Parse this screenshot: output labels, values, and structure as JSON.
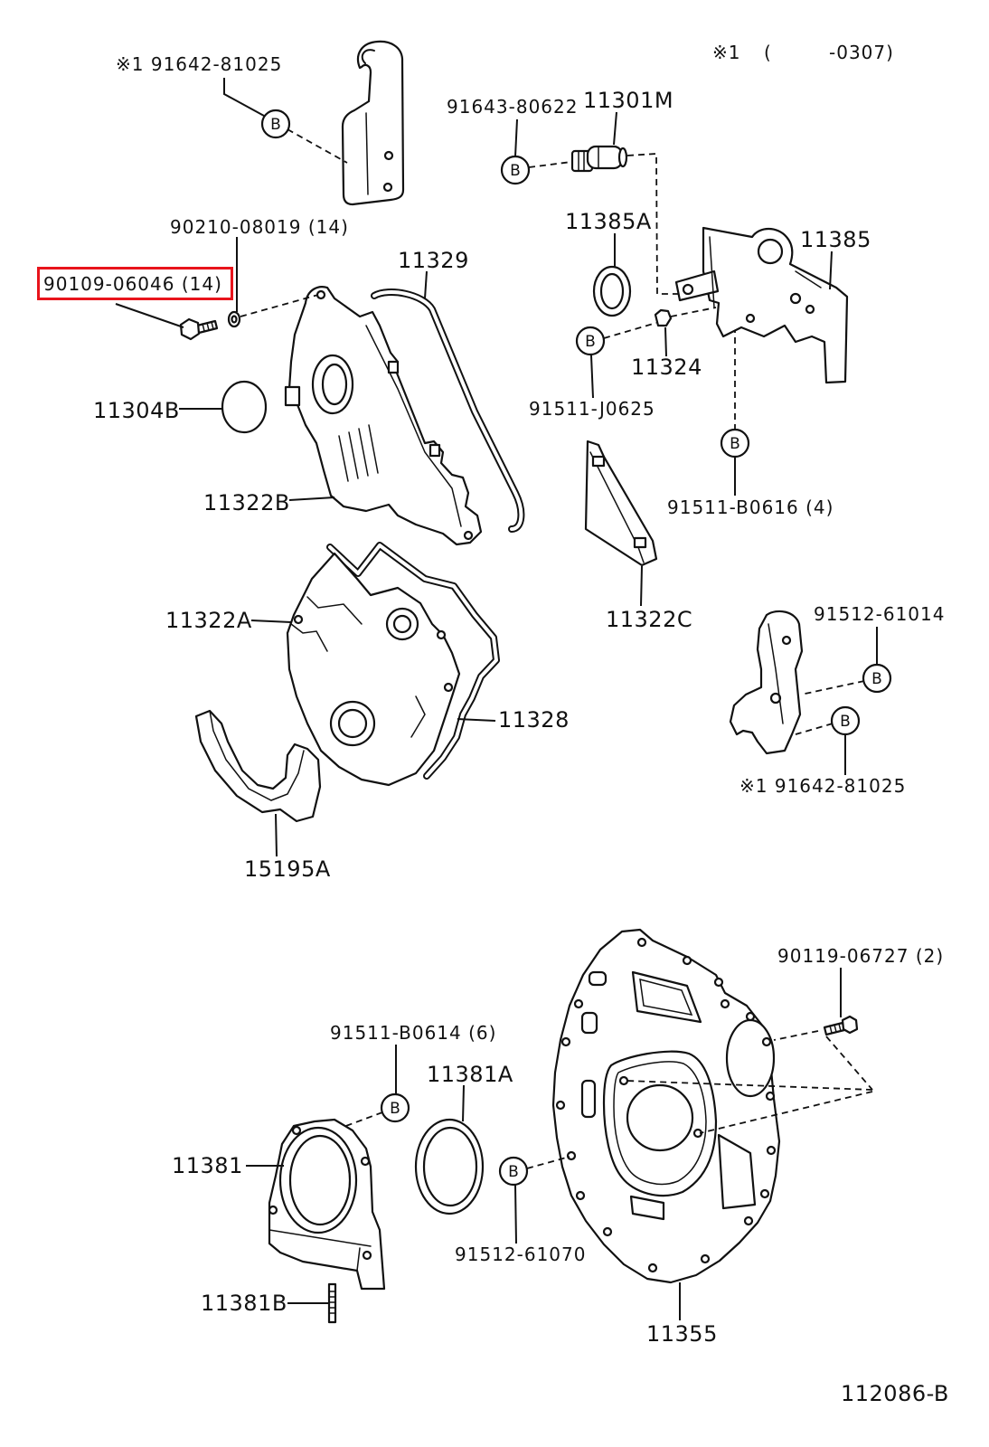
{
  "diagram": {
    "top_note": {
      "mark": "※1",
      "open_paren": "(",
      "range_end": "-0307)"
    },
    "fastener_marker": "B",
    "highlight_color": "#e8141c",
    "part_labels": [
      "※1 91642-81025",
      "91643-80622",
      "11301M",
      "90210-08019 (14)",
      "11329",
      "11385A",
      "11385",
      "90109-06046 (14)",
      "11304B",
      "11324",
      "91511-J0625",
      "91511-B0616 (4)",
      "11322B",
      "11322A",
      "11322C",
      "91512-61014",
      "11328",
      "※1 91642-81025",
      "15195A",
      "90119-06727 (2)",
      "91511-B0614 (6)",
      "11381A",
      "11381",
      "91512-61070",
      "11381B",
      "11355"
    ],
    "reference_code": "112086-B"
  }
}
